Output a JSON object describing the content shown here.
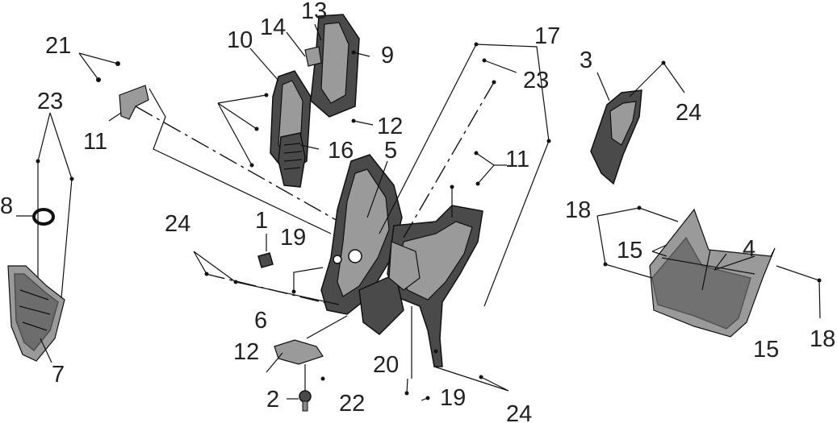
{
  "labels": {
    "l1": "1",
    "l2": "2",
    "l3": "3",
    "l4": "4",
    "l5": "5",
    "l6": "6",
    "l7": "7",
    "l8": "8",
    "l9": "9",
    "l10": "10",
    "l11a": "11",
    "l11b": "11",
    "l12a": "12",
    "l12b": "12",
    "l13": "13",
    "l14": "14",
    "l15a": "15",
    "l15b": "15",
    "l16": "16",
    "l17": "17",
    "l18a": "18",
    "l18b": "18",
    "l19a": "19",
    "l19b": "19",
    "l20": "20",
    "l21": "21",
    "l22": "22",
    "l23a": "23",
    "l23b": "23",
    "l24a": "24",
    "l24b": "24",
    "l24c": "24"
  }
}
